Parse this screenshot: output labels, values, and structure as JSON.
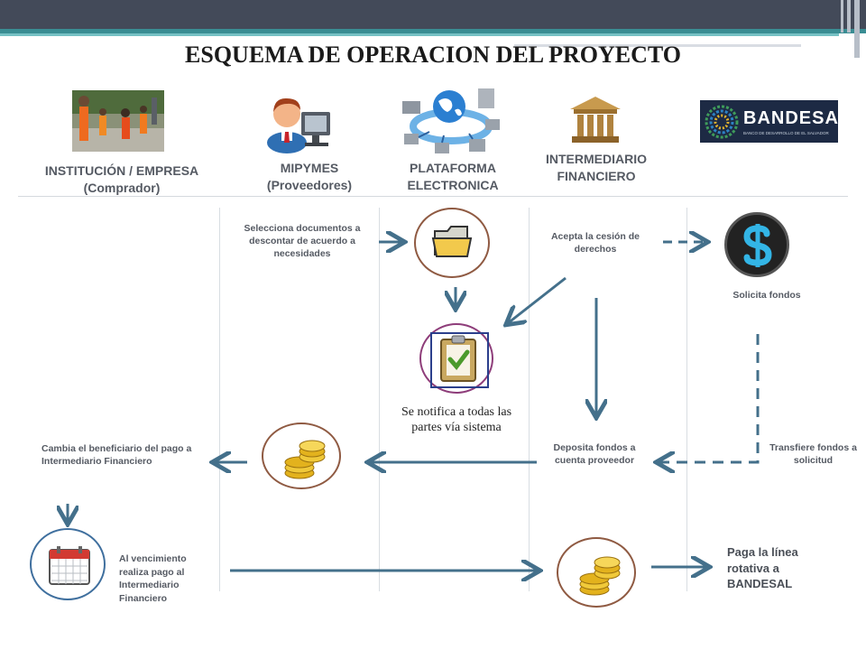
{
  "title": "ESQUEMA DE OPERACION  DEL PROYECTO",
  "headers": {
    "institucion": "INSTITUCIÓN / EMPRESA (Comprador)",
    "mipymes": "MIPYMES (Proveedores)",
    "plataforma": "PLATAFORMA ELECTRONICA",
    "intermediario": "INTERMEDIARIO FINANCIERO",
    "bandesal_logo": "BANDESAL",
    "bandesal_sub": "BANCO DE DESARROLLO DE EL SALVADOR"
  },
  "steps": {
    "selecciona": "Selecciona documentos a descontar de acuerdo a necesidades",
    "acepta": "Acepta la cesión de derechos",
    "solicita": "Solicita fondos",
    "notifica": "Se notifica a todas las partes vía sistema",
    "cambia": "Cambia el beneficiario del pago a Intermediario Financiero",
    "deposita": "Deposita fondos a cuenta proveedor",
    "transfiere": "Transfiere fondos a solicitud",
    "vencimiento": "Al vencimiento realiza pago al Intermediario Financiero",
    "paga": "Paga la línea rotativa a BANDESAL"
  },
  "icons": {
    "institucion": "workers-photo-icon",
    "mipymes": "person-computer-icon",
    "plataforma": "network-globe-icon",
    "intermediario": "bank-icon",
    "folder": "folder-icon",
    "dollar": "dollar-sign-icon",
    "clipboard": "clipboard-check-icon",
    "coins": "coins-icon",
    "calendar": "calendar-icon"
  },
  "colors": {
    "arrow": "#44708b",
    "topbar": "#434a59",
    "teal": "#3a8d93",
    "text": "#555a63"
  }
}
